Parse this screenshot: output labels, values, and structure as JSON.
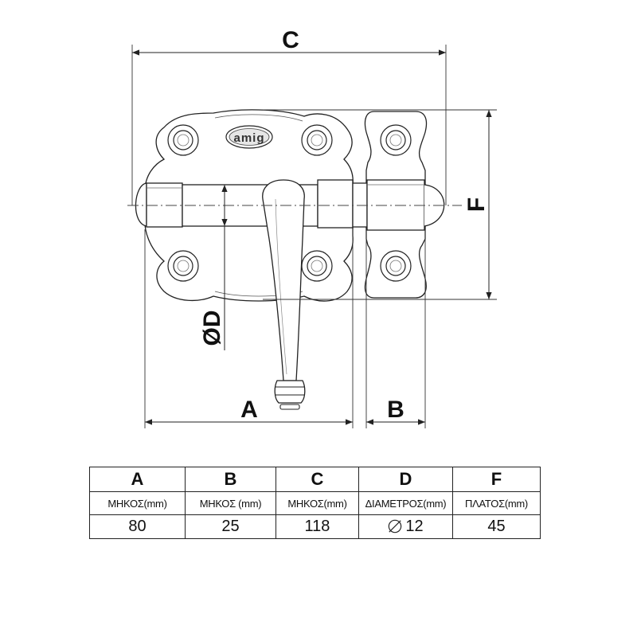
{
  "drawing": {
    "logo": "amig",
    "dimension_labels": {
      "A": "A",
      "B": "B",
      "C": "C",
      "D": "ØD",
      "F": "F"
    }
  },
  "table": {
    "headers": [
      "A",
      "B",
      "C",
      "D",
      "F"
    ],
    "units": [
      "ΜΗΚΟΣ(mm)",
      "ΜΗΚΟΣ (mm)",
      "ΜΗΚΟΣ(mm)",
      "ΔΙΑΜΕΤΡΟΣ(mm)",
      "ΠΛΑΤΟΣ(mm)"
    ],
    "values": [
      "80",
      "25",
      "118",
      "12",
      "45"
    ],
    "diameter_icon": "diameter-symbol-icon"
  }
}
